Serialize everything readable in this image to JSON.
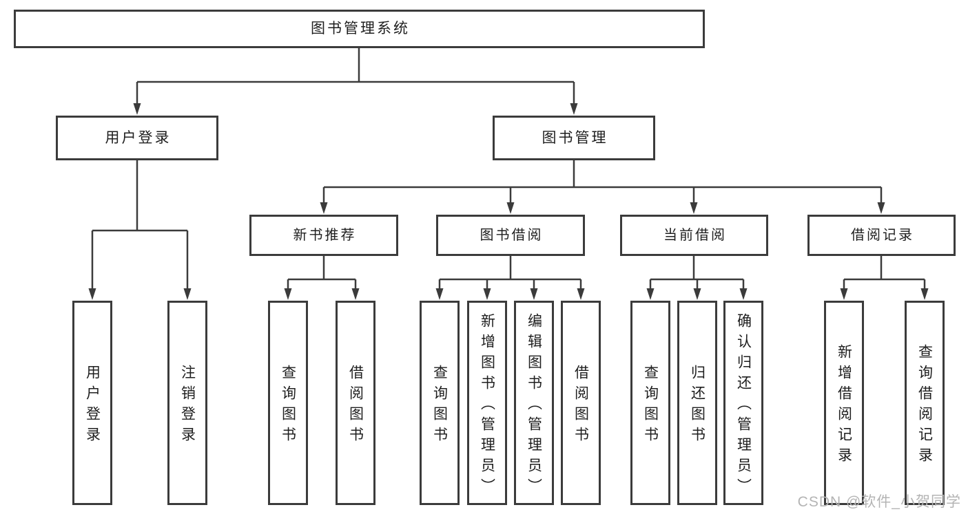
{
  "diagram": {
    "root": {
      "label": "图书管理系统"
    },
    "level2": [
      {
        "label": "用户登录"
      },
      {
        "label": "图书管理"
      }
    ],
    "level3": [
      {
        "label": "新书推荐"
      },
      {
        "label": "图书借阅"
      },
      {
        "label": "当前借阅"
      },
      {
        "label": "借阅记录"
      }
    ],
    "leaves": [
      {
        "parent": "用户登录",
        "label": "用户登录"
      },
      {
        "parent": "用户登录",
        "label": "注销登录"
      },
      {
        "parent": "新书推荐",
        "label": "查询图书"
      },
      {
        "parent": "新书推荐",
        "label": "借阅图书"
      },
      {
        "parent": "图书借阅",
        "label": "查询图书"
      },
      {
        "parent": "图书借阅",
        "label": "新增图书（管理员）"
      },
      {
        "parent": "图书借阅",
        "label": "编辑图书（管理员）"
      },
      {
        "parent": "图书借阅",
        "label": "借阅图书"
      },
      {
        "parent": "当前借阅",
        "label": "查询图书"
      },
      {
        "parent": "当前借阅",
        "label": "归还图书"
      },
      {
        "parent": "当前借阅",
        "label": "确认归还（管理员）"
      },
      {
        "parent": "借阅记录",
        "label": "新增借阅记录"
      },
      {
        "parent": "借阅记录",
        "label": "查询借阅记录"
      }
    ]
  },
  "watermark": {
    "text": "CSDN @软件_小贺同学"
  },
  "colors": {
    "line": "#3b3b3b",
    "box_border": "#3b3b3b",
    "text": "#1e1e1e",
    "background": "#ffffff",
    "watermark": "#b4b4b4"
  }
}
